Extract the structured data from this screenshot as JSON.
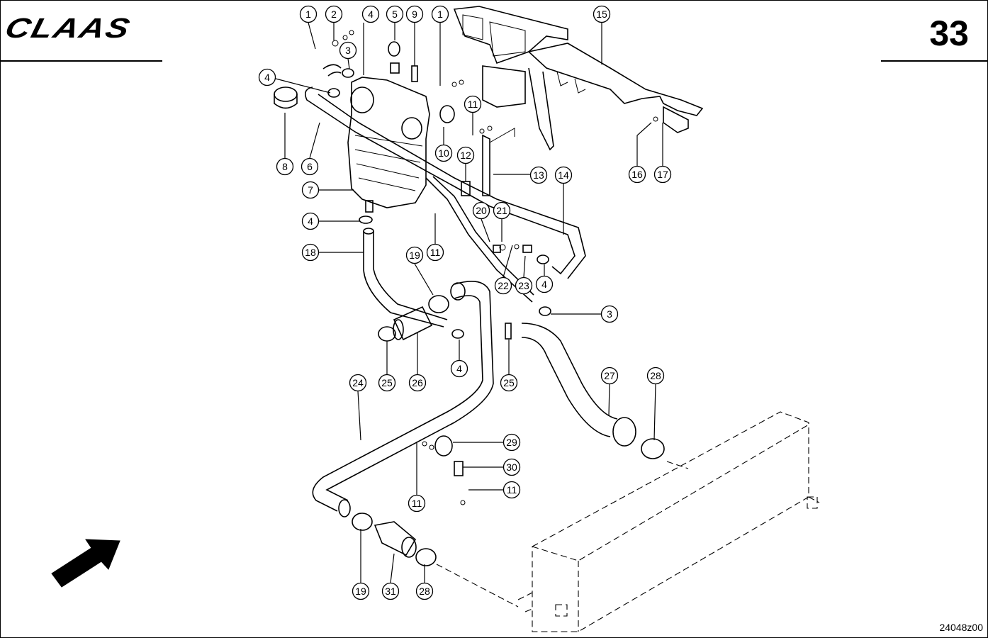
{
  "header": {
    "brand": "CLAAS",
    "page_number": "33"
  },
  "footer": {
    "drawing_code": "24048z00"
  },
  "callouts": [
    {
      "id": "c1",
      "label": "1"
    },
    {
      "id": "c2",
      "label": "2"
    },
    {
      "id": "c3",
      "label": "4"
    },
    {
      "id": "c4",
      "label": "5"
    },
    {
      "id": "c5",
      "label": "9"
    },
    {
      "id": "c6",
      "label": "1"
    },
    {
      "id": "c7",
      "label": "15"
    },
    {
      "id": "c8",
      "label": "3"
    },
    {
      "id": "c9",
      "label": "4"
    },
    {
      "id": "c10",
      "label": "11"
    },
    {
      "id": "c11",
      "label": "8"
    },
    {
      "id": "c12",
      "label": "6"
    },
    {
      "id": "c13",
      "label": "10"
    },
    {
      "id": "c14",
      "label": "12"
    },
    {
      "id": "c15",
      "label": "13"
    },
    {
      "id": "c16",
      "label": "14"
    },
    {
      "id": "c17",
      "label": "16"
    },
    {
      "id": "c18",
      "label": "17"
    },
    {
      "id": "c19",
      "label": "7"
    },
    {
      "id": "c20",
      "label": "20"
    },
    {
      "id": "c21",
      "label": "21"
    },
    {
      "id": "c22",
      "label": "4"
    },
    {
      "id": "c23",
      "label": "11"
    },
    {
      "id": "c24",
      "label": "18"
    },
    {
      "id": "c25",
      "label": "19"
    },
    {
      "id": "c26",
      "label": "22"
    },
    {
      "id": "c27",
      "label": "23"
    },
    {
      "id": "c28",
      "label": "4"
    },
    {
      "id": "c29",
      "label": "3"
    },
    {
      "id": "c30",
      "label": "4"
    },
    {
      "id": "c31",
      "label": "25"
    },
    {
      "id": "c32",
      "label": "26"
    },
    {
      "id": "c33",
      "label": "25"
    },
    {
      "id": "c34",
      "label": "24"
    },
    {
      "id": "c35",
      "label": "27"
    },
    {
      "id": "c36",
      "label": "28"
    },
    {
      "id": "c37",
      "label": "29"
    },
    {
      "id": "c38",
      "label": "30"
    },
    {
      "id": "c39",
      "label": "11"
    },
    {
      "id": "c40",
      "label": "11"
    },
    {
      "id": "c41",
      "label": "19"
    },
    {
      "id": "c42",
      "label": "31"
    },
    {
      "id": "c43",
      "label": "28"
    }
  ]
}
